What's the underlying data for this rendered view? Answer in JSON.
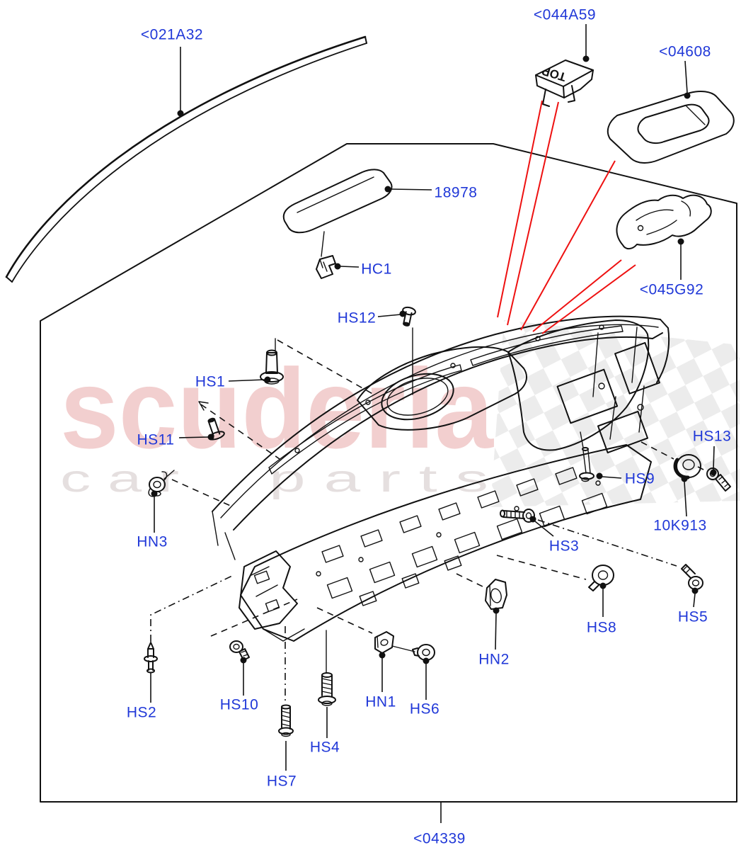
{
  "labels": {
    "021A32": "<021A32",
    "044A59": "<044A59",
    "04608": "<04608",
    "18978": "18978",
    "HC1": "HC1",
    "045G92": "<045G92",
    "HS12": "HS12",
    "HS1": "HS1",
    "HS13": "HS13",
    "HS11": "HS11",
    "HS9": "HS9",
    "10K913": "10K913",
    "HN3": "HN3",
    "HS3": "HS3",
    "HS8": "HS8",
    "HS5": "HS5",
    "HN2": "HN2",
    "HS2": "HS2",
    "HS10": "HS10",
    "HS4": "HS4",
    "HN1": "HN1",
    "HS6": "HS6",
    "HS7": "HS7",
    "04339": "<04339"
  },
  "clip_marking": "TOP",
  "watermark": {
    "brand": "scuderia",
    "word1": "c a r",
    "word2": "p a r t s"
  },
  "colors": {
    "label_blue": "#2038d8",
    "leader_red": "#ee1111",
    "line_black": "#111111",
    "watermark_pink": "rgba(207,82,82,0.28)",
    "watermark_gray": "rgba(168,148,148,0.30)",
    "checker_gray": "#ececec"
  }
}
